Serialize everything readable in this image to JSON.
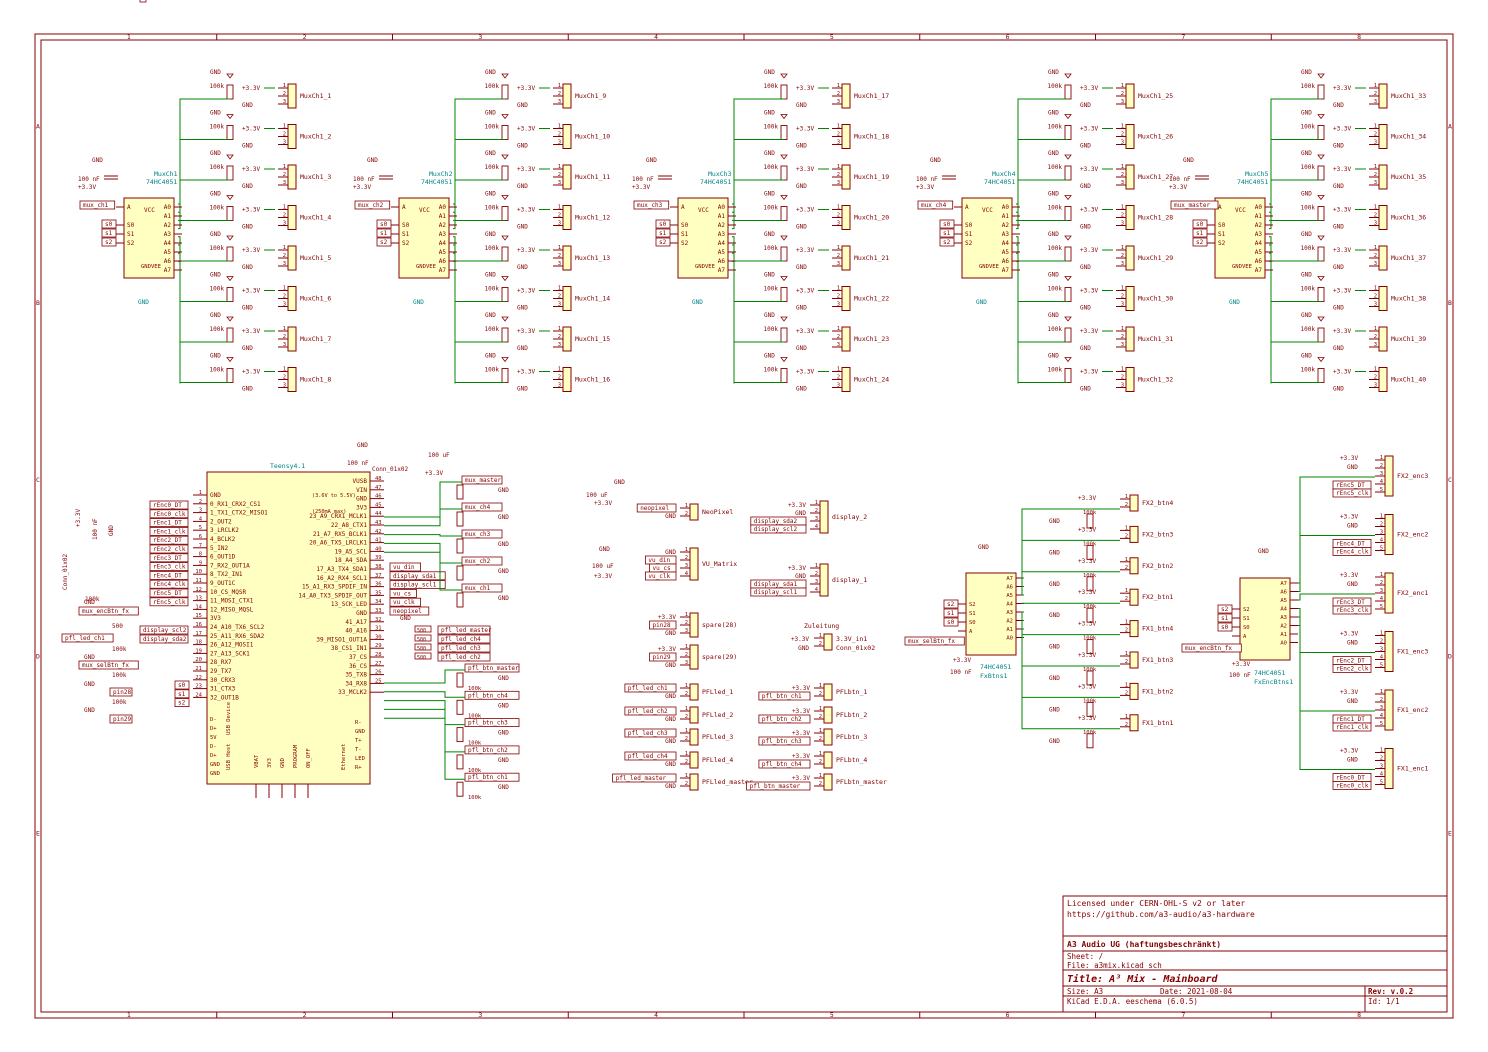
{
  "colors": {
    "frame": "#840000",
    "wire": "#008400",
    "text": "#840000",
    "net": "#008484",
    "body": "#ffffc2"
  },
  "grid": {
    "columns": [
      "1",
      "2",
      "3",
      "4",
      "5",
      "6",
      "7",
      "8"
    ],
    "rows": [
      "A",
      "B",
      "C",
      "D",
      "E"
    ]
  },
  "symbols": {
    "gnd": "GND",
    "v33": "+3.3V",
    "r100k": "100k",
    "r500": "500",
    "c100n": "100 nF",
    "c100u": "100 uF"
  },
  "mux_blocks": [
    {
      "ref": "MuxCh1",
      "part": "74HC4051",
      "label": "mux_ch1",
      "ch": [
        "MuxCh1_1",
        "MuxCh1_2",
        "MuxCh1_3",
        "MuxCh1_4",
        "MuxCh1_5",
        "MuxCh1_6",
        "MuxCh1_7",
        "MuxCh1_8"
      ]
    },
    {
      "ref": "MuxCh2",
      "part": "74HC4051",
      "label": "mux_ch2",
      "ch": [
        "MuxCh1_9",
        "MuxCh1_10",
        "MuxCh1_11",
        "MuxCh1_12",
        "MuxCh1_13",
        "MuxCh1_14",
        "MuxCh1_15",
        "MuxCh1_16"
      ]
    },
    {
      "ref": "MuxCh3",
      "part": "74HC4051",
      "label": "mux_ch3",
      "ch": [
        "MuxCh1_17",
        "MuxCh1_18",
        "MuxCh1_19",
        "MuxCh1_20",
        "MuxCh1_21",
        "MuxCh1_22",
        "MuxCh1_23",
        "MuxCh1_24"
      ]
    },
    {
      "ref": "MuxCh4",
      "part": "74HC4051",
      "label": "mux_ch4",
      "ch": [
        "MuxCh1_25",
        "MuxCh1_26",
        "MuxCh1_27",
        "MuxCh1_28",
        "MuxCh1_29",
        "MuxCh1_30",
        "MuxCh1_31",
        "MuxCh1_32"
      ]
    },
    {
      "ref": "MuxCh5",
      "part": "74HC4051",
      "label": "mux_master",
      "ch": [
        "MuxCh1_33",
        "MuxCh1_34",
        "MuxCh1_35",
        "MuxCh1_36",
        "MuxCh1_37",
        "MuxCh1_38",
        "MuxCh1_39",
        "MuxCh1_40"
      ]
    }
  ],
  "mux_pins": {
    "left": [
      "A",
      "S0",
      "S1",
      "S2"
    ],
    "right": [
      "A0",
      "A1",
      "A2",
      "A3",
      "A4",
      "A5",
      "A6",
      "A7"
    ],
    "top": [
      "VCC"
    ],
    "bottom": [
      "GND",
      "VEE"
    ],
    "sel": [
      "s0",
      "s1",
      "s2"
    ]
  },
  "teensy": {
    "ref": "Teensy4.1",
    "left_pins": [
      "GND",
      "0_RX1_CRX2_CS1",
      "1_TX1_CTX2_MISO1",
      "2_OUT2",
      "3_LRCLK2",
      "4_BCLK2",
      "5_IN2",
      "6_OUT1D",
      "7_RX2_OUT1A",
      "8_TX2_IN1",
      "9_OUT1C",
      "10_CS_MQSR",
      "11_MOSI_CTX1",
      "12_MISO_MQSL",
      "3V3",
      "24_A10_TX6_SCL2",
      "25_A11_RX6_SDA2",
      "26_A12_MOSI1",
      "27_A13_SCK1",
      "28_RX7",
      "29_TX7",
      "30_CRX3",
      "31_CTX3",
      "32_OUT1B"
    ],
    "right_pins": [
      "VUSB",
      "VIN",
      "GND",
      "3V3",
      "23_A9_CRX1_MCLK1",
      "22_A8_CTX1",
      "21_A7_RX5_BCLK1",
      "20_A6_TX5_LRCLK1",
      "19_A5_SCL",
      "18_A4_SDA",
      "17_A3_TX4_SDA1",
      "16_A2_RX4_SCL1",
      "15_A1_RX3_SPDIF_IN",
      "14_A0_TX3_SPDIF_OUT",
      "13_SCK_LED",
      "GND",
      "41_A17",
      "40_A16",
      "39_MISO1_OUT1A",
      "38_CS1_IN1",
      "37_CS",
      "36_CS",
      "35_TX8",
      "34_RX8",
      "33_MCLK2"
    ],
    "right_nums": [
      "48",
      "47",
      "46",
      "45",
      "44",
      "43",
      "42",
      "41",
      "40",
      "39",
      "38",
      "37",
      "36",
      "35",
      "34",
      "33",
      "32",
      "31",
      "30",
      "29",
      "28",
      "27",
      "26",
      "25"
    ],
    "left_labels": [
      "rEnc0_DT",
      "rEnc0_clk",
      "rEnc1_DT",
      "rEnc1_clk",
      "rEnc2_DT",
      "rEnc2_clk",
      "rEnc3_DT",
      "rEnc3_clk",
      "rEnc4_DT",
      "rEnc4_clk",
      "rEnc5_DT",
      "rEnc5_clk"
    ],
    "right_labels": [
      "vu_din",
      "display_sda1",
      "display_scl1",
      "vu_cs",
      "vu_clk",
      "neopixel"
    ],
    "led_labels": [
      "pfl_led_master",
      "pfl_led_ch4",
      "pfl_led_ch3",
      "pfl_led_ch2"
    ],
    "btn_labels": [
      "pfl_btn_master",
      "pfl_btn_ch4",
      "pfl_btn_ch3",
      "pfl_btn_ch2",
      "pfl_btn_ch1"
    ],
    "mux_nets": [
      "mux_master",
      "mux_ch4",
      "mux_ch3",
      "mux_ch2",
      "mux_ch1"
    ],
    "notes": [
      "(3.6V to 5.5V)",
      "(250mA max)"
    ],
    "bottom": [
      "VBAT",
      "3V3",
      "GND",
      "PROGRAM",
      "ON_OFF"
    ],
    "usb_device": "USB Device",
    "usb_host": "USB Host",
    "ethernet": "Ethernet",
    "usb_pins": [
      "D-",
      "D+",
      "5V",
      "D-",
      "D+",
      "GND",
      "GND"
    ],
    "eth_pins": [
      "R-",
      "GND",
      "T+",
      "T-",
      "LED",
      "R+"
    ],
    "misc": [
      "Conn_01x02",
      "pfl_led_ch1",
      "mux_encBtn_fx",
      "mux_selBtn_fx",
      "pin28",
      "pin29",
      "s0",
      "s1",
      "s2",
      "display_scl2",
      "display_sda2"
    ]
  },
  "connectors": [
    {
      "name": "NeoPixel",
      "nets": [
        "neopixel",
        "GND"
      ]
    },
    {
      "name": "VU_Matrix",
      "nets": [
        "GND",
        "vu_din",
        "vu_cs",
        "vu_clk"
      ]
    },
    {
      "name": "spare(28)",
      "nets": [
        "+3.3V",
        "pin28",
        "GND"
      ]
    },
    {
      "name": "spare(29)",
      "nets": [
        "+3.3V",
        "pin29",
        "GND"
      ]
    },
    {
      "name": "display_2",
      "nets": [
        "+3.3V",
        "GND",
        "display_sda2",
        "display_scl2"
      ]
    },
    {
      "name": "display_1",
      "nets": [
        "+3.3V",
        "GND",
        "display_sda1",
        "display_scl1"
      ]
    },
    {
      "name": "PFLled_1",
      "nets": [
        "pfl_led_ch1",
        "GND"
      ]
    },
    {
      "name": "PFLled_2",
      "nets": [
        "pfl_led_ch2",
        "GND"
      ]
    },
    {
      "name": "PFLled_3",
      "nets": [
        "pfl_led_ch3",
        "GND"
      ]
    },
    {
      "name": "PFLled_4",
      "nets": [
        "pfl_led_ch4",
        "GND"
      ]
    },
    {
      "name": "PFLled_master",
      "nets": [
        "pfl_led_master",
        "GND"
      ]
    },
    {
      "name": "PFLbtn_1",
      "nets": [
        "+3.3V",
        "pfl_btn_ch1"
      ]
    },
    {
      "name": "PFLbtn_2",
      "nets": [
        "+3.3V",
        "pfl_btn_ch2"
      ]
    },
    {
      "name": "PFLbtn_3",
      "nets": [
        "+3.3V",
        "pfl_btn_ch3"
      ]
    },
    {
      "name": "PFLbtn_4",
      "nets": [
        "+3.3V",
        "pfl_btn_ch4"
      ]
    },
    {
      "name": "PFLbtn_master",
      "nets": [
        "+3.3V",
        "pfl_btn_master"
      ]
    }
  ],
  "zuleitung": {
    "title": "Zuleitung",
    "nets": [
      "3.3V_in1",
      "Conn_01x02"
    ]
  },
  "fx_btns": {
    "ref": "FxBtns1",
    "part": "74HC4051",
    "label": "mux_selBtn_fx",
    "names": [
      "FX2_btn4",
      "FX2_btn3",
      "FX2_btn2",
      "FX2_btn1",
      "FX1_btn4",
      "FX1_btn3",
      "FX1_btn2",
      "FX1_btn1"
    ]
  },
  "fx_encs": {
    "ref": "FxEncBtns1",
    "part": "74HC4051",
    "label": "mux_encBtn_fx",
    "names": [
      "FX2_enc3",
      "FX2_enc2",
      "FX2_enc1",
      "FX1_enc3",
      "FX1_enc2",
      "FX1_enc1"
    ],
    "nets": [
      [
        "rEnc5_DT",
        "rEnc5_clk"
      ],
      [
        "rEnc4_DT",
        "rEnc4_clk"
      ],
      [
        "rEnc3_DT",
        "rEnc3_clk"
      ],
      [
        "rEnc2_DT",
        "rEnc2_clk"
      ],
      [
        "rEnc1_DT",
        "rEnc1_clk"
      ],
      [
        "rEnc0_DT",
        "rEnc0_clk"
      ]
    ]
  },
  "title_block": {
    "license": "Licensed under CERN-OHL-S v2 or later",
    "url": "https://github.com/a3-audio/a3-hardware",
    "company": "A3 Audio UG (haftungsbeschränkt)",
    "sheet": "Sheet: /",
    "file": "File: a3mix.kicad_sch",
    "title": "Title: A³ Mix - Mainboard",
    "size": "Size: A3",
    "date": "Date: 2021-08-04",
    "rev": "Rev: v.0.2",
    "tool": "KiCad E.D.A.  eeschema (6.0.5)",
    "id": "Id: 1/1"
  }
}
